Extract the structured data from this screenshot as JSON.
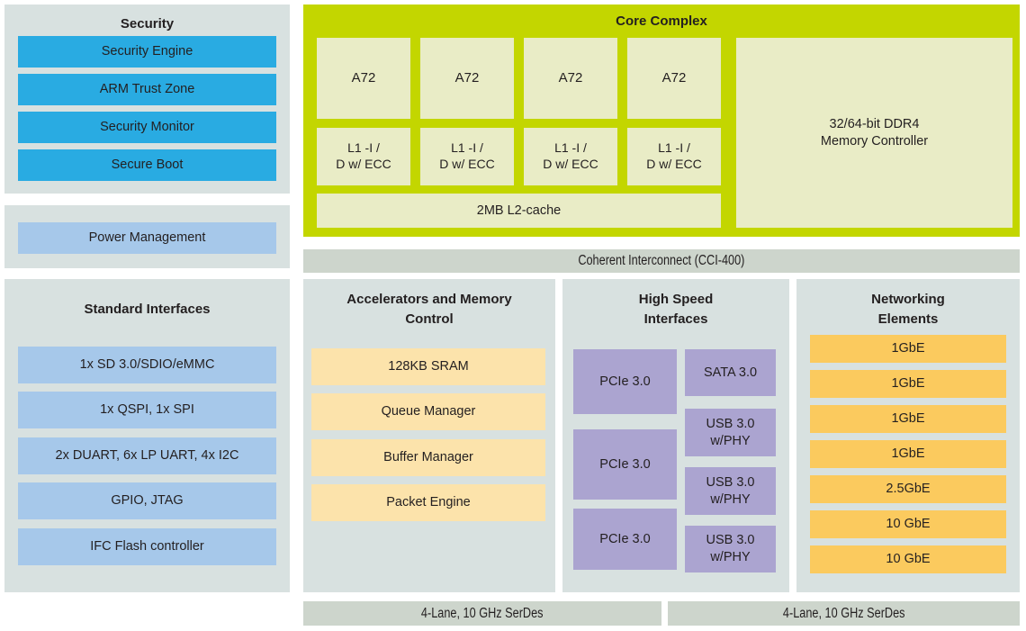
{
  "security": {
    "title": "Security",
    "items": [
      "Security Engine",
      "ARM Trust Zone",
      "Security Monitor",
      "Secure Boot"
    ]
  },
  "power": {
    "label": "Power Management"
  },
  "standard_interfaces": {
    "title": "Standard Interfaces",
    "items": [
      "1x SD 3.0/SDIO/eMMC",
      "1x QSPI, 1x SPI",
      "2x DUART, 6x LP UART, 4x I2C",
      "GPIO, JTAG",
      "IFC Flash controller"
    ]
  },
  "core_complex": {
    "title": "Core Complex",
    "cores": [
      "A72",
      "A72",
      "A72",
      "A72"
    ],
    "l1_caches": [
      "L1 -I /\nD w/ ECC",
      "L1 -I /\nD w/ ECC",
      "L1 -I /\nD w/ ECC",
      "L1 -I /\nD w/ ECC"
    ],
    "l2_cache": "2MB L2-cache",
    "memory_controller": "32/64-bit DDR4\nMemory Controller"
  },
  "interconnect": {
    "label": "Coherent Interconnect (CCI-400)"
  },
  "accelerators": {
    "title": "Accelerators and Memory\nControl",
    "items": [
      "128KB SRAM",
      "Queue Manager",
      "Buffer Manager",
      "Packet Engine"
    ]
  },
  "high_speed": {
    "title": "High Speed\nInterfaces",
    "pcie": [
      "PCIe 3.0",
      "PCIe 3.0",
      "PCIe 3.0"
    ],
    "right_column": [
      "SATA 3.0",
      "USB 3.0\nw/PHY",
      "USB 3.0\nw/PHY",
      "USB 3.0\nw/PHY"
    ]
  },
  "networking": {
    "title": "Networking\nElements",
    "items": [
      "1GbE",
      "1GbE",
      "1GbE",
      "1GbE",
      "2.5GbE",
      "10 GbE",
      "10 GbE"
    ]
  },
  "serdes": {
    "left": "4-Lane, 10 GHz SerDes",
    "right": "4-Lane, 10 GHz SerDes"
  },
  "colors": {
    "panel_grey": "#d8e1e0",
    "security_cyan": "#29abe2",
    "interface_blue": "#a6c8ea",
    "core_green": "#c3d600",
    "core_inner_pale": "#e9ecc6",
    "interconnect_grey_green": "#cdd5cc",
    "accelerator_yellow": "#fce3ab",
    "highspeed_purple": "#aba4d0",
    "networking_orange": "#fbca5e",
    "text": "#231f20"
  }
}
